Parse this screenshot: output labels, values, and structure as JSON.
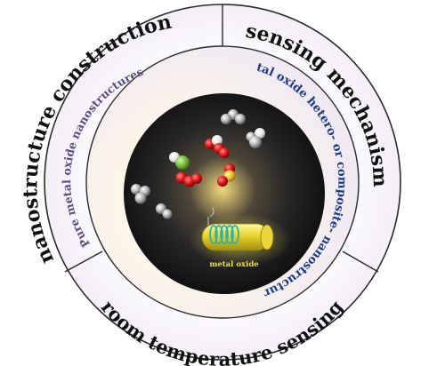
{
  "outer_ring": {
    "top_left": "nanostructure construction",
    "top_right": "sensing mechanism",
    "bottom": "room temperature sensing"
  },
  "inner_ring": {
    "right": "metal oxide hetero- or composite- nanostructures",
    "left": "Pure metal oxide nanostructures"
  },
  "center": {
    "tube_label": "metal oxide"
  },
  "colors": {
    "blue_text": "#1a3a8a",
    "purple_text": "#5a4c86",
    "gas_red": "#d81b1b",
    "gas_gray": "#b5b5b5",
    "gas_green": "#7dc242",
    "gas_yellow": "#f1c232"
  }
}
